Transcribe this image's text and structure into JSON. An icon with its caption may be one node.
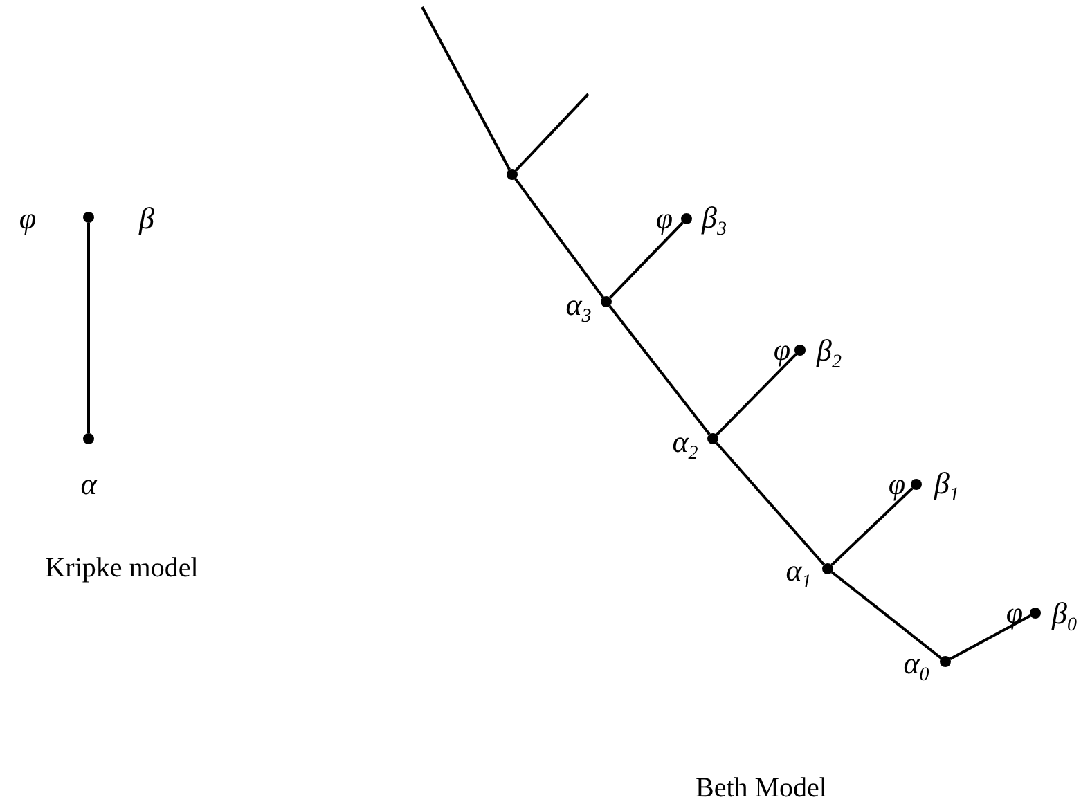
{
  "diagram": {
    "nodes": [
      {
        "text": [
          "φ",
          "β"
        ]
      },
      {
        "text": [
          "α"
        ]
      },
      {
        "text": [],
        "shape": "circle"
      },
      {
        "text": [
          "α$_{3}$"
        ]
      },
      {
        "text": [
          "φ",
          "β$_{3}$"
        ]
      },
      {
        "text": [
          "α$_{2}$"
        ]
      },
      {
        "text": [
          "φ",
          "β$_{2}$"
        ]
      },
      {
        "text": [
          "α$_{1}$"
        ]
      },
      {
        "text": [
          "φ",
          "β$_{1}$"
        ]
      },
      {
        "text": [
          "α$_{0}$"
        ]
      },
      {
        "text": [
          "φ",
          "β$_{0}$"
        ]
      }
    ],
    "edges": [
      {
        "from": 1,
        "to": 0,
        "arrow": "none"
      },
      {
        "from": null,
        "to": 2,
        "arrow": "none"
      },
      {
        "from": 2,
        "to": null,
        "arrow": "none"
      },
      {
        "from": 3,
        "to": 2,
        "arrow": "none"
      },
      {
        "from": 3,
        "to": 4,
        "arrow": "none"
      },
      {
        "from": 5,
        "to": 3,
        "arrow": "none"
      },
      {
        "from": 5,
        "to": 6,
        "arrow": "none"
      },
      {
        "from": 7,
        "to": 5,
        "arrow": "none"
      },
      {
        "from": 7,
        "to": 8,
        "arrow": "none"
      },
      {
        "from": 9,
        "to": 7,
        "arrow": "none"
      },
      {
        "from": 9,
        "to": 10,
        "arrow": "none"
      }
    ],
    "labels": [
      "Kripke model",
      "Beth Model"
    ]
  }
}
